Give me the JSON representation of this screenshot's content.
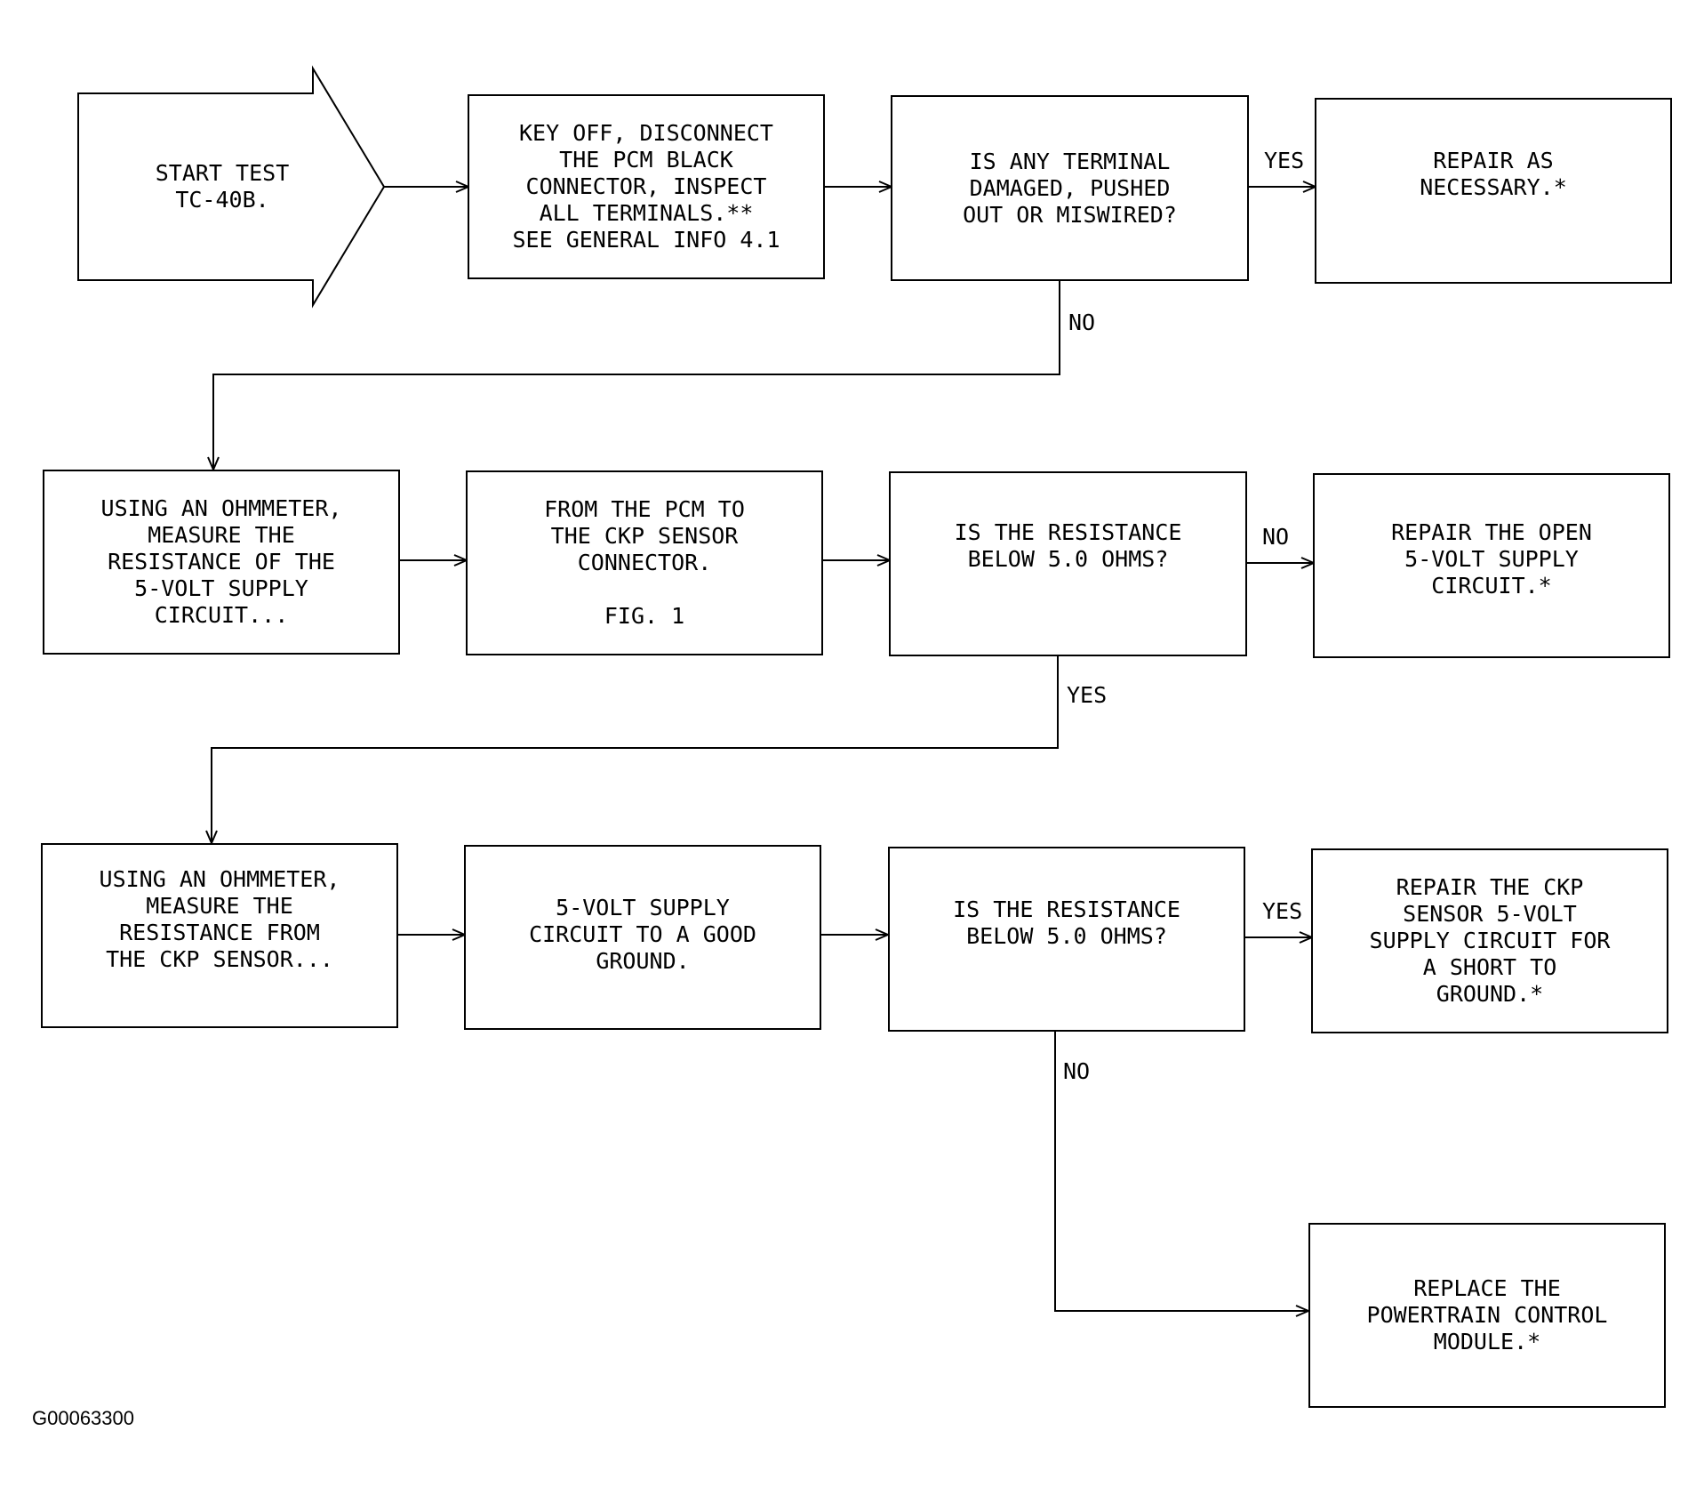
{
  "start": {
    "lines": [
      "START TEST",
      "TC-40B."
    ]
  },
  "row1": {
    "step": {
      "lines": [
        "KEY OFF, DISCONNECT",
        "THE PCM BLACK",
        "CONNECTOR, INSPECT",
        "ALL TERMINALS.**",
        "SEE GENERAL INFO 4.1"
      ]
    },
    "decision": {
      "lines": [
        "IS ANY TERMINAL",
        "DAMAGED, PUSHED",
        "OUT OR MISWIRED?"
      ]
    },
    "result": {
      "lines": [
        "REPAIR AS",
        "NECESSARY.*"
      ]
    },
    "yes_label": "YES",
    "no_label": "NO"
  },
  "row2": {
    "step_a": {
      "lines": [
        "USING AN OHMMETER,",
        "MEASURE THE",
        "RESISTANCE OF THE",
        "5-VOLT SUPPLY",
        "CIRCUIT..."
      ]
    },
    "step_b": {
      "lines": [
        "FROM THE PCM TO",
        "THE CKP SENSOR",
        "CONNECTOR."
      ],
      "figure_ref": "FIG. 1"
    },
    "decision": {
      "lines": [
        "IS THE RESISTANCE",
        "BELOW 5.0 OHMS?"
      ]
    },
    "result": {
      "lines": [
        "REPAIR THE OPEN",
        "5-VOLT SUPPLY",
        "CIRCUIT.*"
      ]
    },
    "no_label": "NO",
    "yes_label": "YES"
  },
  "row3": {
    "step_a": {
      "lines": [
        "USING AN OHMMETER,",
        "MEASURE THE",
        "RESISTANCE FROM",
        "THE CKP SENSOR..."
      ]
    },
    "step_b": {
      "lines": [
        "5-VOLT SUPPLY",
        "CIRCUIT TO A GOOD",
        "GROUND."
      ]
    },
    "decision": {
      "lines": [
        "IS THE RESISTANCE",
        "BELOW 5.0 OHMS?"
      ]
    },
    "result": {
      "lines": [
        "REPAIR THE CKP",
        "SENSOR 5-VOLT",
        "SUPPLY CIRCUIT FOR",
        "A SHORT TO",
        "GROUND.*"
      ]
    },
    "yes_label": "YES",
    "no_label": "NO"
  },
  "final": {
    "lines": [
      "REPLACE THE",
      "POWERTRAIN CONTROL",
      "MODULE.*"
    ]
  },
  "figure_id": "G00063300"
}
